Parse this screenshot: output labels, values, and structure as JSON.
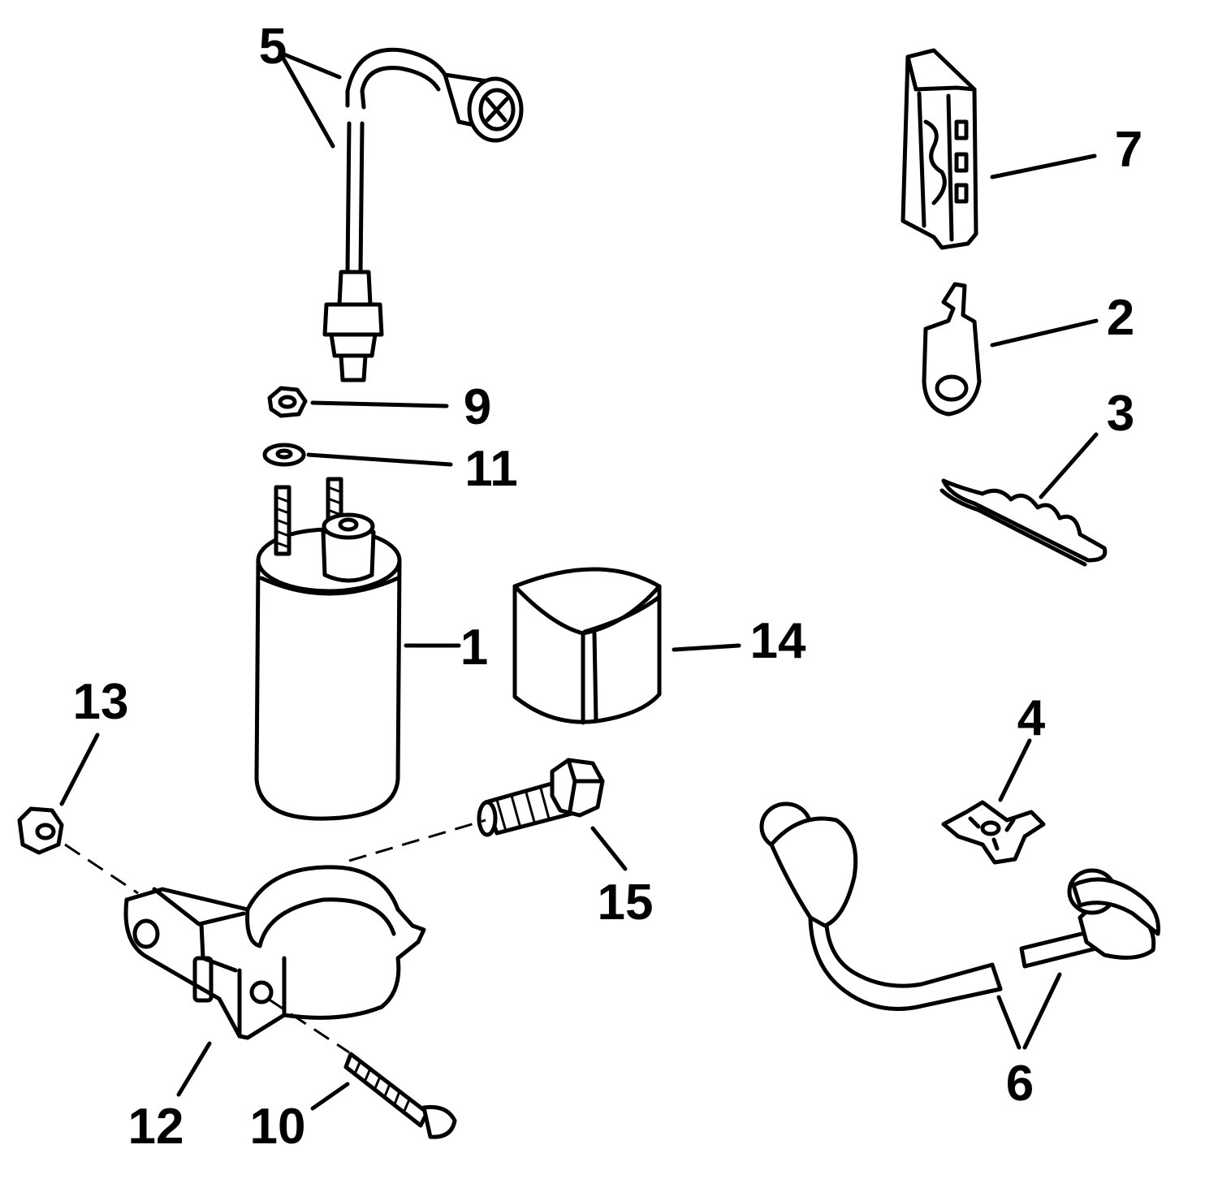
{
  "callouts": {
    "c1": "1",
    "c2": "2",
    "c3": "3",
    "c4": "4",
    "c5": "5",
    "c6": "6",
    "c7": "7",
    "c9": "9",
    "c10": "10",
    "c11": "11",
    "c12": "12",
    "c13": "13",
    "c14": "14",
    "c15": "15"
  }
}
